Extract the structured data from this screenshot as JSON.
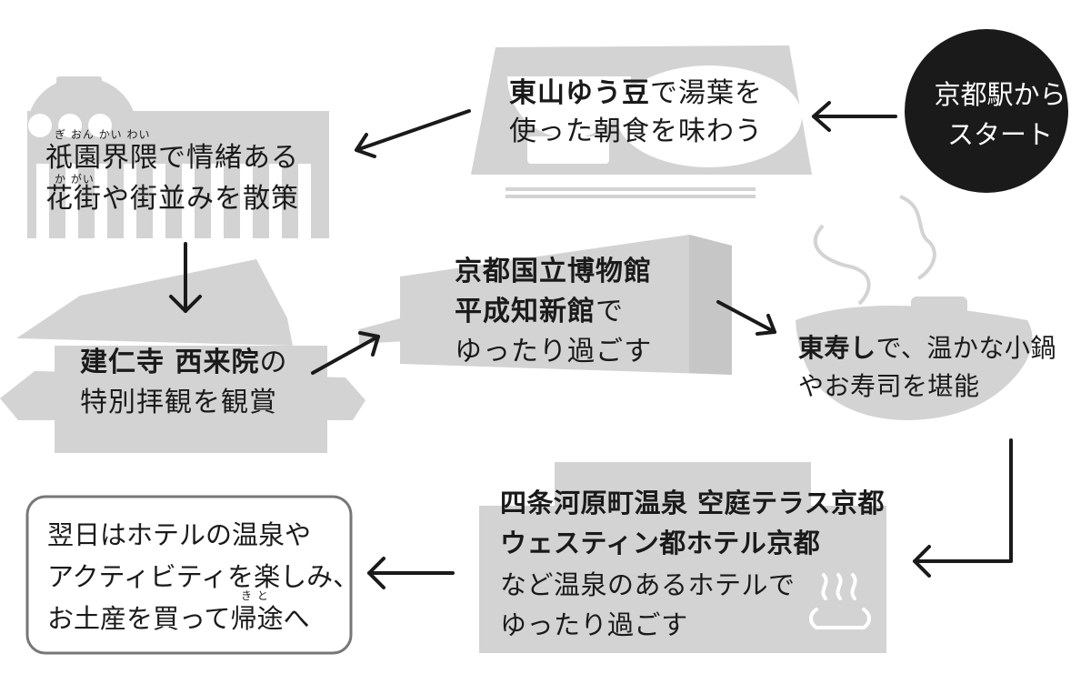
{
  "start": {
    "line1": "京都駅から",
    "line2": "スタート"
  },
  "step_breakfast": {
    "name": "東山ゆう豆",
    "rest": "で湯葉を",
    "line2": "使った朝食を味わう"
  },
  "step_gion": {
    "line1": "祇園界隈で情緒ある",
    "line2": "花街や街並みを散策",
    "ruby_gion": "ぎ おん かい わい",
    "ruby_kagai": "か がい"
  },
  "step_temple": {
    "name": "建仁寺 西来院",
    "rest": "の",
    "line2": "特別拝観を観賞"
  },
  "step_museum": {
    "line1": "京都国立博物館",
    "line2_name": "平成知新館",
    "line2_rest": "で",
    "line3": "ゆったり過ごす"
  },
  "step_nabe": {
    "name": "東寿し",
    "rest": "で、温かな小鍋",
    "line2": "やお寿司を堪能"
  },
  "step_hotel": {
    "line1": "四条河原町温泉 空庭テラス京都",
    "line2": "ウェスティン都ホテル京都",
    "line3": "など温泉のあるホテルで",
    "line4": "ゆったり過ごす"
  },
  "step_final": {
    "line1": "翌日はホテルの温泉や",
    "line2": "アクティビティを楽しみ、",
    "line3": "お土産を買って帰途へ",
    "ruby": "き と"
  },
  "colors": {
    "shape_gray": "#d3d3d3",
    "ink": "#1a1a1a",
    "start_circle": "#1a1a1a",
    "start_text": "#ffffff"
  }
}
